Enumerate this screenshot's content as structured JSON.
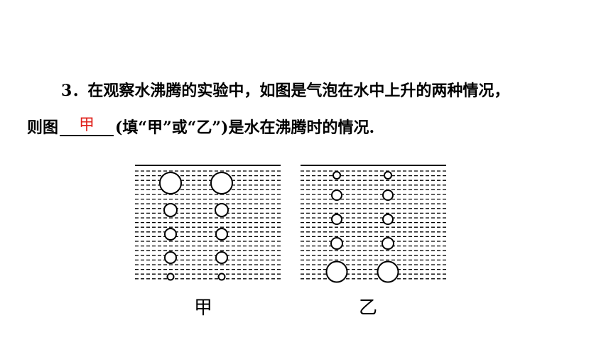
{
  "question": {
    "number": "3",
    "line1_text": "．在观察水沸腾的实验中，如图是气泡在水中上升的两种情况，",
    "line2_prefix": "则图",
    "answer": "甲",
    "line2_suffix": "(填“甲”或“乙”)是水在沸腾时的情况."
  },
  "figures": {
    "left_label": "甲",
    "right_label": "乙",
    "answer_color": "#e0201a"
  }
}
